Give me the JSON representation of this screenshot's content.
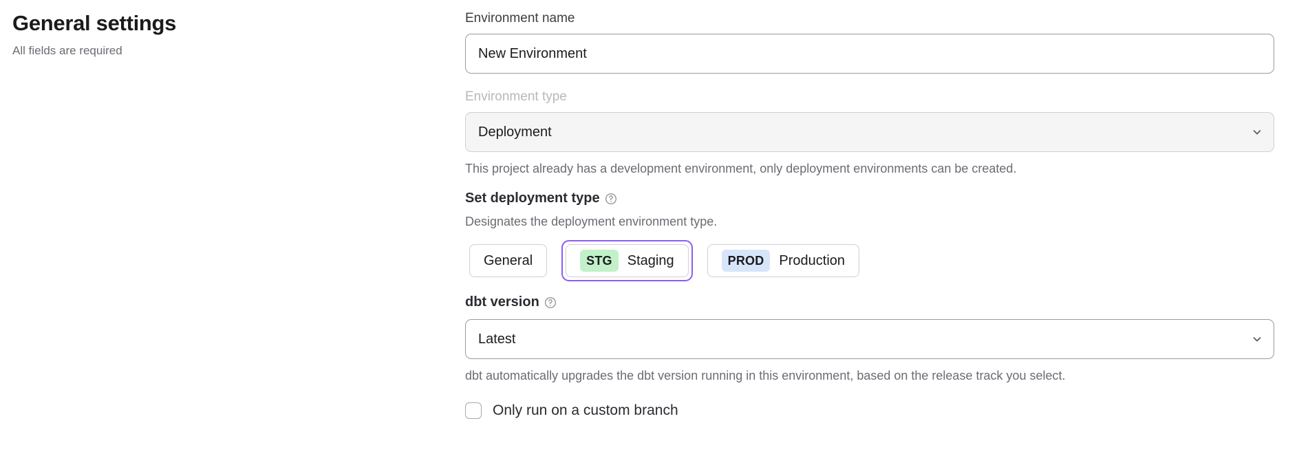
{
  "header": {
    "title": "General settings",
    "subtitle": "All fields are required"
  },
  "form": {
    "environment_name": {
      "label": "Environment name",
      "value": "New Environment",
      "placeholder": "Environment name"
    },
    "environment_type": {
      "label": "Environment type",
      "value": "Deployment",
      "disabled": true,
      "help_text": "This project already has a development environment, only deployment environments can be created.",
      "chevron_icon": "chevron-down-icon"
    },
    "deployment_type": {
      "title": "Set deployment type",
      "help_icon": "question-circle-icon",
      "description": "Designates the deployment environment type.",
      "options": [
        {
          "badge": "",
          "label": "General",
          "selected": false,
          "focused": false
        },
        {
          "badge": "STG",
          "label": "Staging",
          "selected": false,
          "focused": true
        },
        {
          "badge": "PROD",
          "label": "Production",
          "selected": false,
          "focused": false
        }
      ]
    },
    "dbt_version": {
      "label": "dbt version",
      "help_icon": "question-circle-icon",
      "value": "Latest",
      "help_text": "dbt automatically upgrades the dbt version running in this environment, based on the release track you select.",
      "chevron_icon": "chevron-down-icon"
    },
    "custom_branch": {
      "label": "Only run on a custom branch",
      "checked": false
    }
  },
  "colors": {
    "focus_ring": "#8b5cf6",
    "badge_stg_bg": "#c2f0c9",
    "badge_prod_bg": "#d7e5fb",
    "muted_text": "#6b6b73",
    "disabled_text": "#b7b7be",
    "disabled_field_bg": "#f5f5f6"
  }
}
